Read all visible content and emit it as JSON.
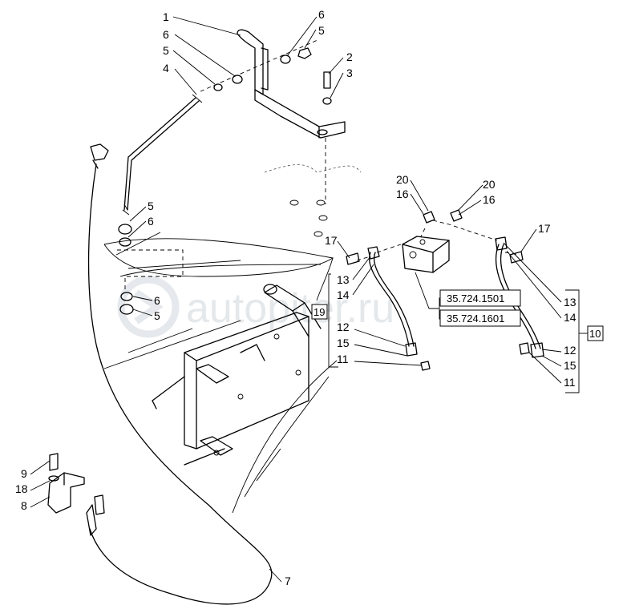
{
  "watermark": "autopiter.ru",
  "callouts": {
    "c1": "1",
    "c2": "2",
    "c3": "3",
    "c4": "4",
    "c5a": "5",
    "c5b": "5",
    "c5c": "5",
    "c5d": "5",
    "c6a": "6",
    "c6b": "6",
    "c6c": "6",
    "c6d": "6",
    "c7": "7",
    "c8": "8",
    "c9": "9",
    "c11a": "11",
    "c11b": "11",
    "c12a": "12",
    "c12b": "12",
    "c13a": "13",
    "c13b": "13",
    "c14a": "14",
    "c14b": "14",
    "c15a": "15",
    "c15b": "15",
    "c16a": "16",
    "c16b": "16",
    "c17a": "17",
    "c17b": "17",
    "c18": "18",
    "c20a": "20",
    "c20b": "20"
  },
  "boxes": {
    "ref1": "35.724.1501",
    "ref2": "35.724.1601",
    "b19": "19",
    "b10": "10"
  }
}
